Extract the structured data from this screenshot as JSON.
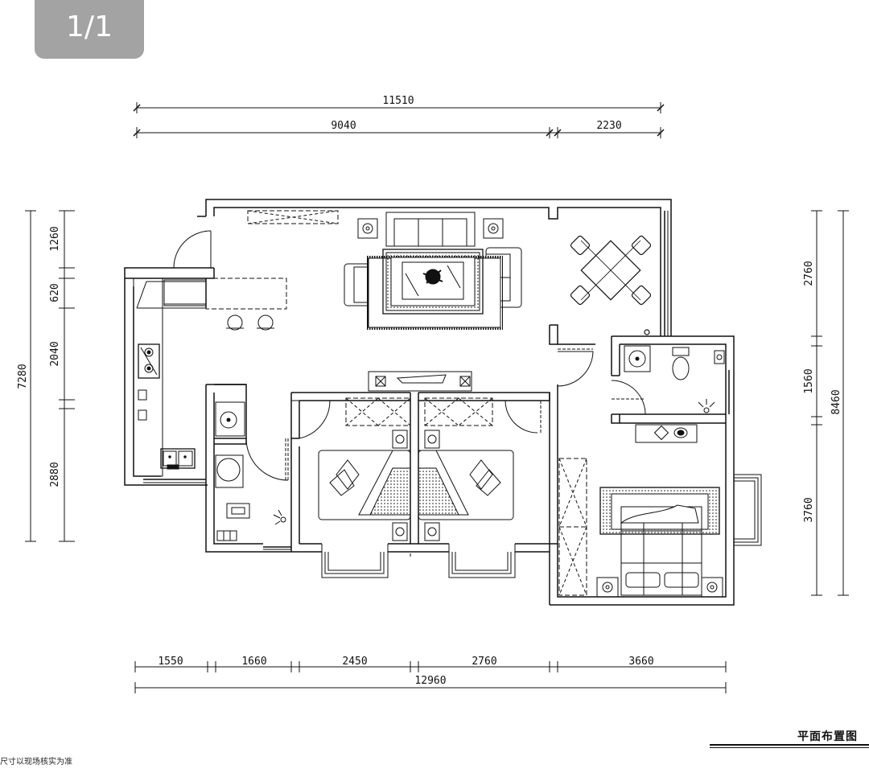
{
  "page_indicator": "1/1",
  "drawing_title": "平面布置图",
  "footer_note": "尺寸以现场核实为准",
  "dimensions": {
    "top_overall": "11510",
    "top_left": "9040",
    "top_right": "2230",
    "bottom_overall": "12960",
    "bottom_segments": [
      "1550",
      "1660",
      "2450",
      "2760",
      "3660"
    ],
    "left_overall": "7280",
    "left_segments": [
      "1260",
      "620",
      "2040",
      "2880"
    ],
    "right_overall": "8460",
    "right_segments": [
      "2760",
      "1560",
      "3760"
    ]
  },
  "colors": {
    "line": "#111111",
    "badge_bg": "#a3a3a3",
    "badge_text": "#ffffff"
  }
}
